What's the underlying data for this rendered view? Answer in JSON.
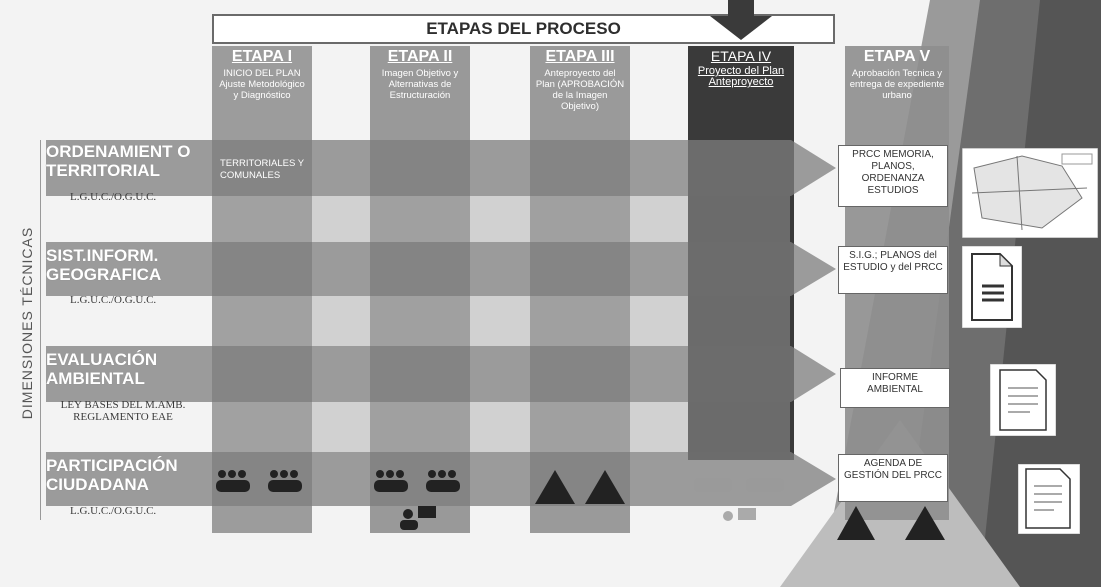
{
  "header": {
    "title": "ETAPAS DEL PROCESO"
  },
  "side_label": "DIMENSIONES TÉCNICAS",
  "stages": [
    {
      "title": "ETAPA I",
      "subtitle": "INICIO DEL PLAN Ajuste Metodológico y Diagnóstico"
    },
    {
      "title": "ETAPA II",
      "subtitle": "Imagen Objetivo y Alternativas de Estructuración"
    },
    {
      "title": "ETAPA III",
      "subtitle": "Anteproyecto del Plan (APROBACIÓN de la Imagen Objetivo)"
    },
    {
      "title": "ETAPA IV",
      "subtitle": "Proyecto del Plan Anteproyecto"
    },
    {
      "title": "ETAPA V",
      "subtitle": "Aprobación Tecnica y entrega de expediente urbano"
    }
  ],
  "dimensions": [
    {
      "title": "ORDENAMIENT O TERRITORIAL",
      "sub": "L.G.U.C./O.G.U.C.",
      "note": "TERRITORIALES Y COMUNALES",
      "output": "PRCC MEMORIA, PLANOS, ORDENANZA ESTUDIOS"
    },
    {
      "title": "SIST.INFORM. GEOGRAFICA",
      "sub": "L.G.U.C./O.G.U.C.",
      "output": "S.I.G.; PLANOS del ESTUDIO y del PRCC"
    },
    {
      "title": "EVALUACIÓN AMBIENTAL",
      "sub": "LEY BASES DEL M.AMB. REGLAMENTO EAE",
      "output": "INFORME AMBIENTAL"
    },
    {
      "title": "PARTICIPACIÓN CIUDADANA",
      "sub": "L.G.U.C./O.G.U.C.",
      "output": "AGENDA DE GESTIÓN DEL PRCC"
    }
  ],
  "icons": {
    "map_thumbnail": "map-thumbnail-icon",
    "document": "document-icon",
    "people_group": "people-group-icon",
    "down_arrow": "down-arrow-icon"
  },
  "colors": {
    "col1": "#8c8c8c",
    "col2": "#888888",
    "col3": "#8a8a8a",
    "col4": "#3a3a3a",
    "col5": "#8e8e8e",
    "row_band": "#7e7e7e",
    "background": "#f3f3f3"
  }
}
